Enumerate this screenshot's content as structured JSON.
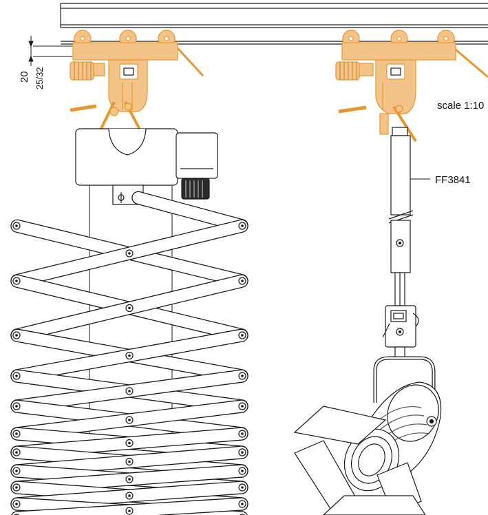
{
  "labels": {
    "dim_mm": "20",
    "dim_inch": "25/32",
    "scale": "scale 1:10",
    "part_number": "FF3841"
  },
  "colors": {
    "accent_fill": "#f4c389",
    "accent_stroke": "#e8962e",
    "line": "#1a1a1a",
    "dim_text_accent": "#e8962e"
  }
}
